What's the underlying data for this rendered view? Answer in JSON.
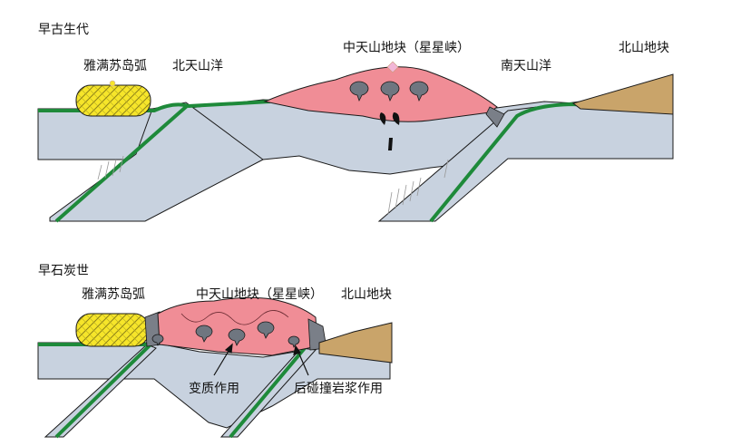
{
  "top_panel": {
    "title": "早古生代",
    "labels": {
      "arc": "雅满苏岛弧",
      "north_ocean": "北天山洋",
      "central_block": "中天山地块（星星峡）",
      "south_ocean": "南天山洋",
      "beishan": "北山地块"
    }
  },
  "bottom_panel": {
    "title": "早石炭世",
    "labels": {
      "arc": "雅满苏岛弧",
      "central_block": "中天山地块（星星峡）",
      "beishan": "北山地块",
      "metamorphism": "变质作用",
      "post_collision": "后碰撞岩浆作用"
    }
  },
  "colors": {
    "crust": "#c8d2df",
    "oceanic_plate": "#1e8a3a",
    "arc": "#f6e52a",
    "central_block": "#f08d96",
    "beishan": "#c9a46a",
    "melange": "#7a7f88",
    "pluton": "#6f7680",
    "outline": "#1a1a1a"
  }
}
